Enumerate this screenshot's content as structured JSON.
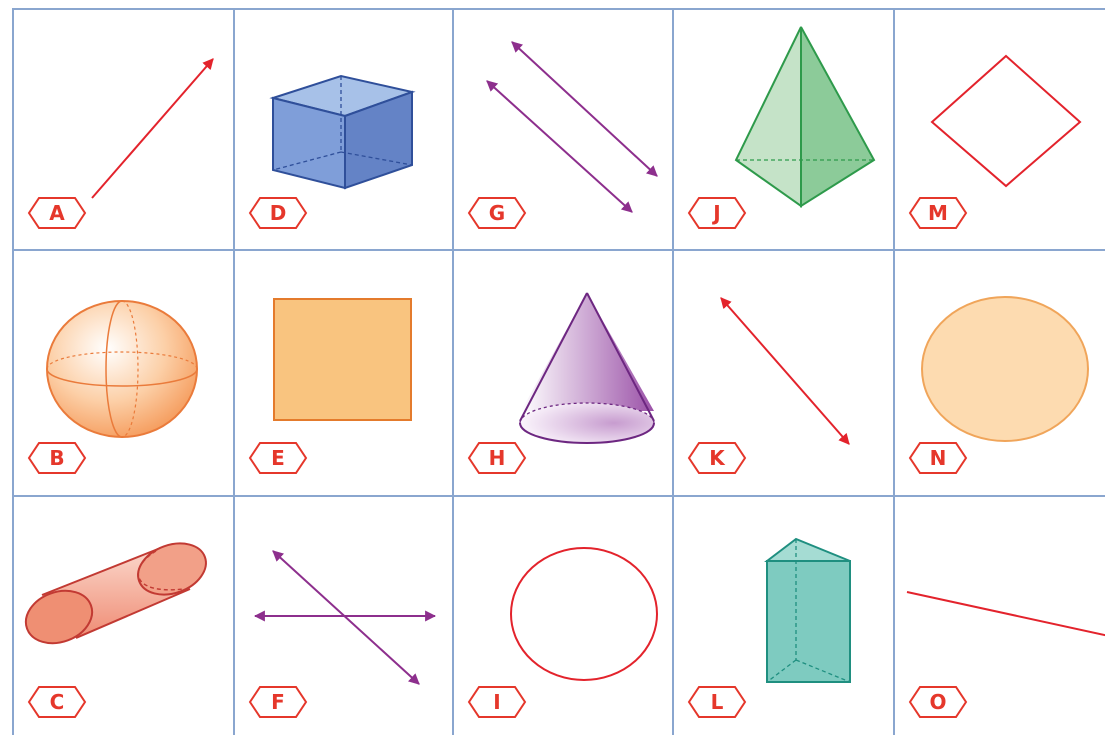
{
  "colors": {
    "grid": "#8aa6cf",
    "label": "#e5372b",
    "red": "#e3232c",
    "purple": "#8d2f8d",
    "blue": "#6f93cf",
    "green": "#7cc48e",
    "orange": "#f9c47f",
    "teal": "#7ecbc0"
  },
  "cards": [
    {
      "label": "A",
      "figure": "ray-icon"
    },
    {
      "label": "B",
      "figure": "sphere-icon"
    },
    {
      "label": "C",
      "figure": "cylinder-icon"
    },
    {
      "label": "D",
      "figure": "cube-icon"
    },
    {
      "label": "E",
      "figure": "square-icon"
    },
    {
      "label": "F",
      "figure": "intersecting-lines-icon"
    },
    {
      "label": "G",
      "figure": "parallel-lines-icon"
    },
    {
      "label": "H",
      "figure": "cone-icon"
    },
    {
      "label": "I",
      "figure": "circle-icon"
    },
    {
      "label": "J",
      "figure": "pyramid-icon"
    },
    {
      "label": "K",
      "figure": "line-icon"
    },
    {
      "label": "L",
      "figure": "triangular-prism-icon"
    },
    {
      "label": "M",
      "figure": "rhombus-icon"
    },
    {
      "label": "N",
      "figure": "filled-circle-icon"
    },
    {
      "label": "O",
      "figure": "line-segment-icon"
    }
  ]
}
